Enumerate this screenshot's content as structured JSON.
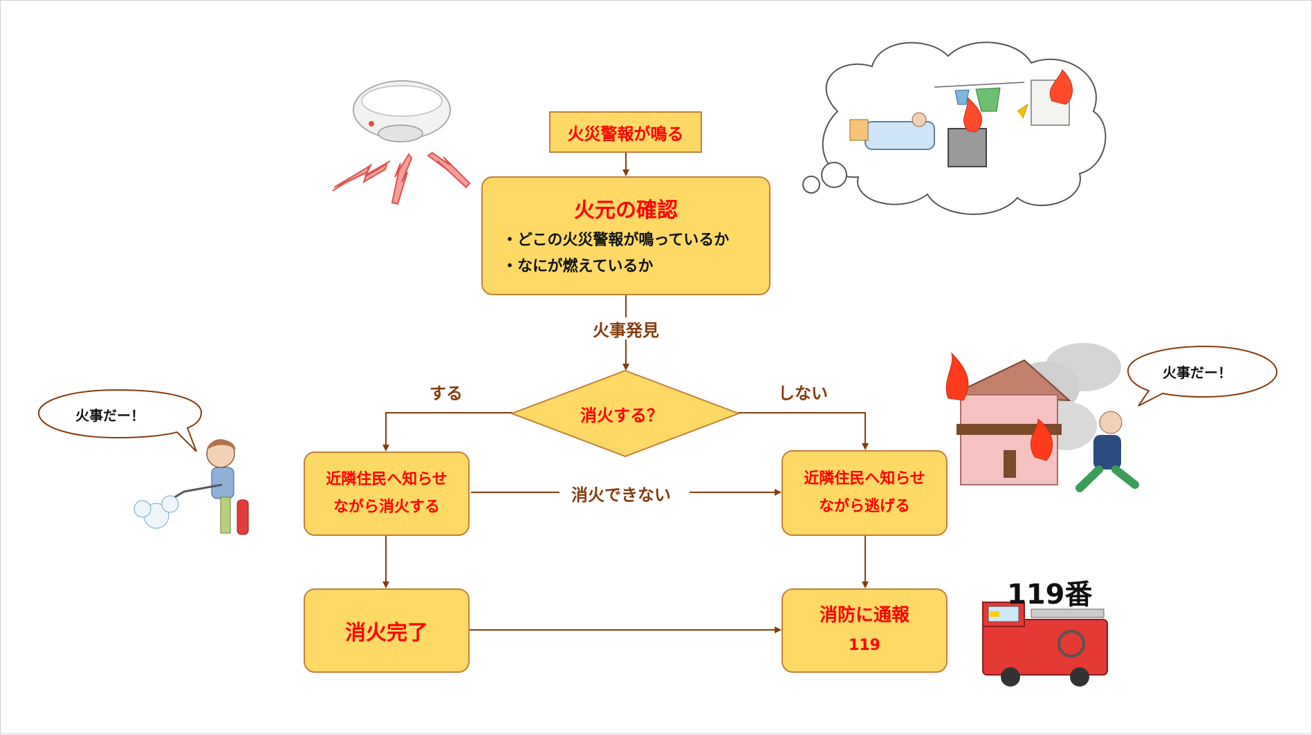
{
  "start": {
    "label": "火災警報が鳴る"
  },
  "check": {
    "title": "火元の確認",
    "items": [
      "・どこの火災警報が鳴っているか",
      "・なにが燃えているか"
    ]
  },
  "found_label": "火事発見",
  "decision": {
    "label": "消火する？",
    "yes": "する",
    "no": "しない"
  },
  "left_box": {
    "line1": "近隣住民へ知らせ",
    "line2": "ながら消火する"
  },
  "right_box": {
    "line1": "近隣住民へ知らせ",
    "line2": "ながら逃げる"
  },
  "cannot_label": "消火できない",
  "done_box": {
    "label": "消火完了"
  },
  "report_box": {
    "line1": "消防に通報",
    "line2": "119"
  },
  "bubble_left": "火事だー！",
  "bubble_right": "火事だー！",
  "firetruck_caption": "119番",
  "colors": {
    "box_fill": "#ffd966",
    "box_border": "#c0803a",
    "arrow": "#843c0c",
    "accent_text": "#ff0000"
  },
  "illustrations": [
    "smoke-detector-icon",
    "fire-causes-thought-cloud",
    "person-extinguishing-fire",
    "burning-house-person-fleeing",
    "fire-truck-icon"
  ]
}
